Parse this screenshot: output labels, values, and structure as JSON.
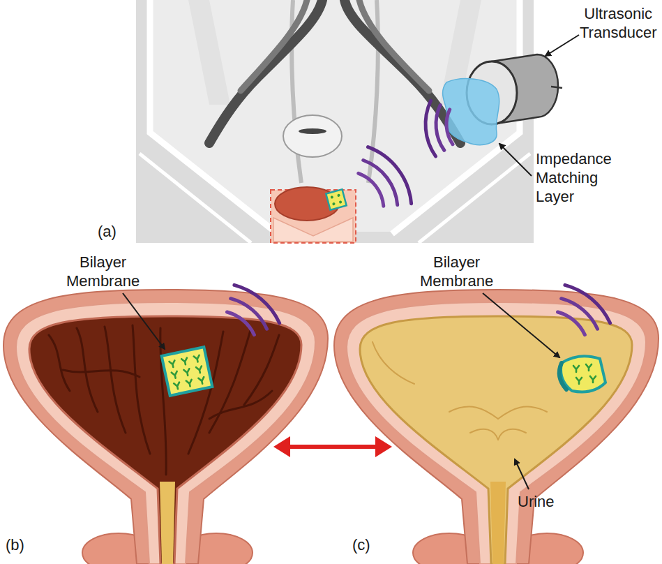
{
  "diagram": {
    "labels": [
      "Ultrasonic Transducer",
      "Impedance Matching Layer",
      "(a)",
      "Bilayer Membrane",
      "Bilayer Membrane",
      "Urine",
      "(b)",
      "(c)"
    ]
  }
}
